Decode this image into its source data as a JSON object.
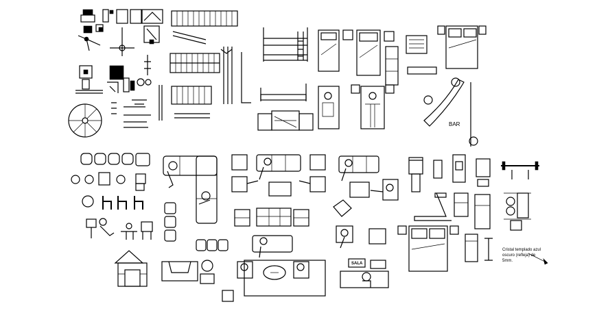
{
  "labels": {
    "bar": "BAR",
    "sala": "SALA",
    "note_line1": "Cristal templado azul",
    "note_line2": "oscuro (refleja) de",
    "note_line3": "5mm."
  }
}
